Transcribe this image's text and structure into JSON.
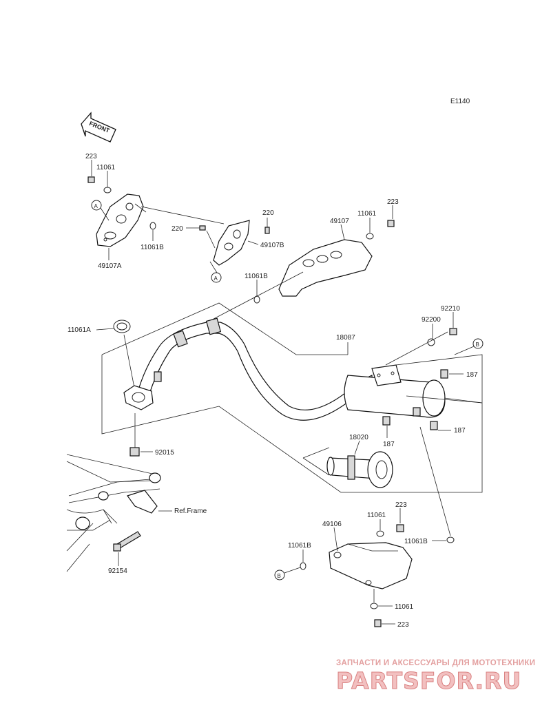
{
  "diagram_code": "E1140",
  "front_label": "FRONT",
  "ref_labels": {
    "a": "A",
    "b": "B"
  },
  "ref_frame": "Ref.Frame",
  "part_labels": {
    "p223_top": "223",
    "p11061_top": "11061",
    "p49107A": "49107A",
    "p11061B_left": "11061B",
    "p220_right": "220",
    "p220_left": "220",
    "p49107B": "49107B",
    "p49107": "49107",
    "p11061_mid": "11061",
    "p223_mid": "223",
    "p11061B_mid": "11061B",
    "p11061A": "11061A",
    "p92210": "92210",
    "p92200": "92200",
    "p18087": "18087",
    "p187_a": "187",
    "p187_b": "187",
    "p187_c": "187",
    "p18020": "18020",
    "p92015": "92015",
    "p92154": "92154",
    "p223_low": "223",
    "p11061_low": "11061",
    "p49106": "49106",
    "p11061B_low_left": "11061B",
    "p11061B_low_right": "11061B",
    "p11061_bottom": "11061",
    "p223_bottom": "223"
  },
  "watermark": {
    "line1": "ЗАПЧАСТИ И АКСЕССУАРЫ ДЛЯ МОТОТЕХНИКИ",
    "line2": "PARTSFOR.RU"
  },
  "colors": {
    "line": "#222222",
    "watermark": "#d98080"
  }
}
